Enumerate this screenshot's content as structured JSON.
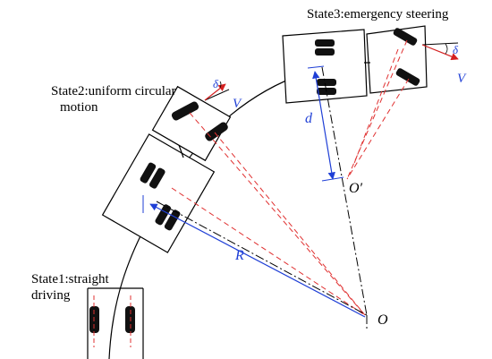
{
  "labels": {
    "state1_line1": "State1:straight",
    "state1_line2": "driving",
    "state2_line1": "State2:uniform circular",
    "state2_line2": "motion",
    "state3": "State3:emergency steering",
    "radius": "R",
    "offset": "d",
    "center_o": "O",
    "center_o_prime": "O′",
    "velocity_state2": "V",
    "velocity_state3": "V",
    "angle_state2": "δ",
    "angle_state3": "δ"
  },
  "colors": {
    "outline": "#000000",
    "construction": "#e03030",
    "dimension": "#1f3fd6",
    "tire": "#111111"
  }
}
